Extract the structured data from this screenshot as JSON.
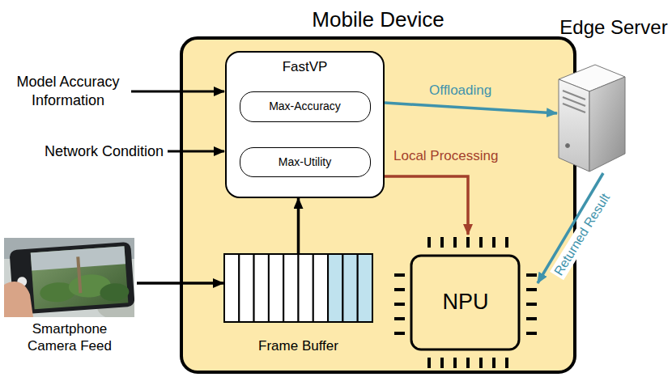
{
  "diagram": {
    "nodes": [
      {
        "text": [
          "Mobile Device"
        ]
      },
      {
        "text": [
          "FastVP"
        ],
        "in": 0
      },
      {
        "text": [
          "Max-Accuracy"
        ],
        "in": 1
      },
      {
        "text": [
          "Max-Utility"
        ],
        "in": 1
      },
      {
        "text": [
          "Frame Buffer"
        ],
        "in": 0
      },
      {
        "text": [
          "NPU"
        ],
        "in": 0
      },
      {
        "text": [
          "Edge Server"
        ]
      },
      {
        "text": [
          "Smartphone Camera Feed"
        ]
      }
    ],
    "edges": [
      {
        "from": 7,
        "to": 4,
        "arrow": "to"
      },
      {
        "from": 4,
        "to": 1,
        "arrow": "to"
      },
      {
        "from": 1,
        "to": 6,
        "label": "Offloading",
        "arrow": "to"
      },
      {
        "from": 1,
        "to": 5,
        "label": "Local Processing",
        "arrow": "to"
      },
      {
        "from": 6,
        "to": 5,
        "label": "Returned Result",
        "arrow": "to"
      }
    ],
    "labels": [
      "Model Accuracy Information",
      "Network Condition"
    ]
  }
}
